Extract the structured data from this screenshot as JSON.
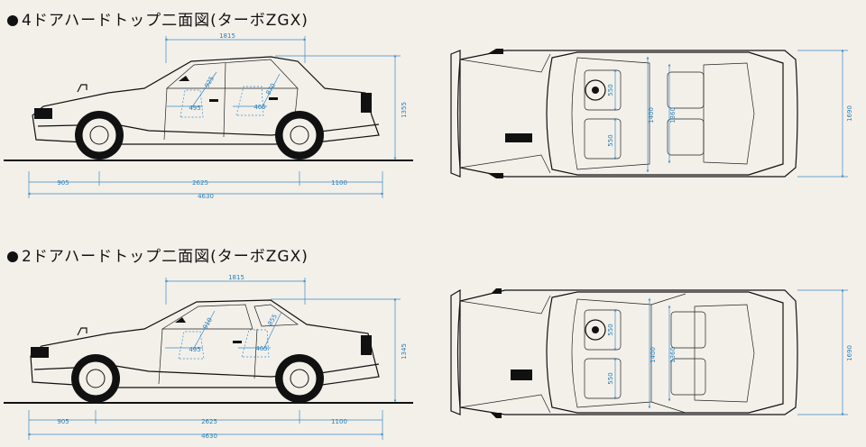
{
  "sections": [
    {
      "title": "4ドアハードトップ二面図(ターボZGX)",
      "side_dims": {
        "roof_length": "1815",
        "front_overhang": "905",
        "wheelbase": "2625",
        "rear_overhang": "1100",
        "overall_length": "4630",
        "height": "1355",
        "front_seat": "495",
        "rear_seat": "465",
        "front_headroom": "925",
        "rear_headroom": "870"
      },
      "top_dims": {
        "front_seat_width_a": "550",
        "front_seat_width_b": "550",
        "interior_width": "1400",
        "inner_width": "1360",
        "overall_width": "1690"
      }
    },
    {
      "title": "2ドアハードトップ二面図(ターボZGX)",
      "side_dims": {
        "roof_length": "1815",
        "front_overhang": "905",
        "wheelbase": "2625",
        "rear_overhang": "1100",
        "overall_length": "4630",
        "height": "1345",
        "front_seat": "495",
        "rear_seat": "465",
        "front_headroom": "910",
        "rear_headroom": "855"
      },
      "top_dims": {
        "front_seat_width_a": "550",
        "front_seat_width_b": "550",
        "interior_width": "1400",
        "inner_width": "1360",
        "overall_width": "1690"
      }
    }
  ]
}
